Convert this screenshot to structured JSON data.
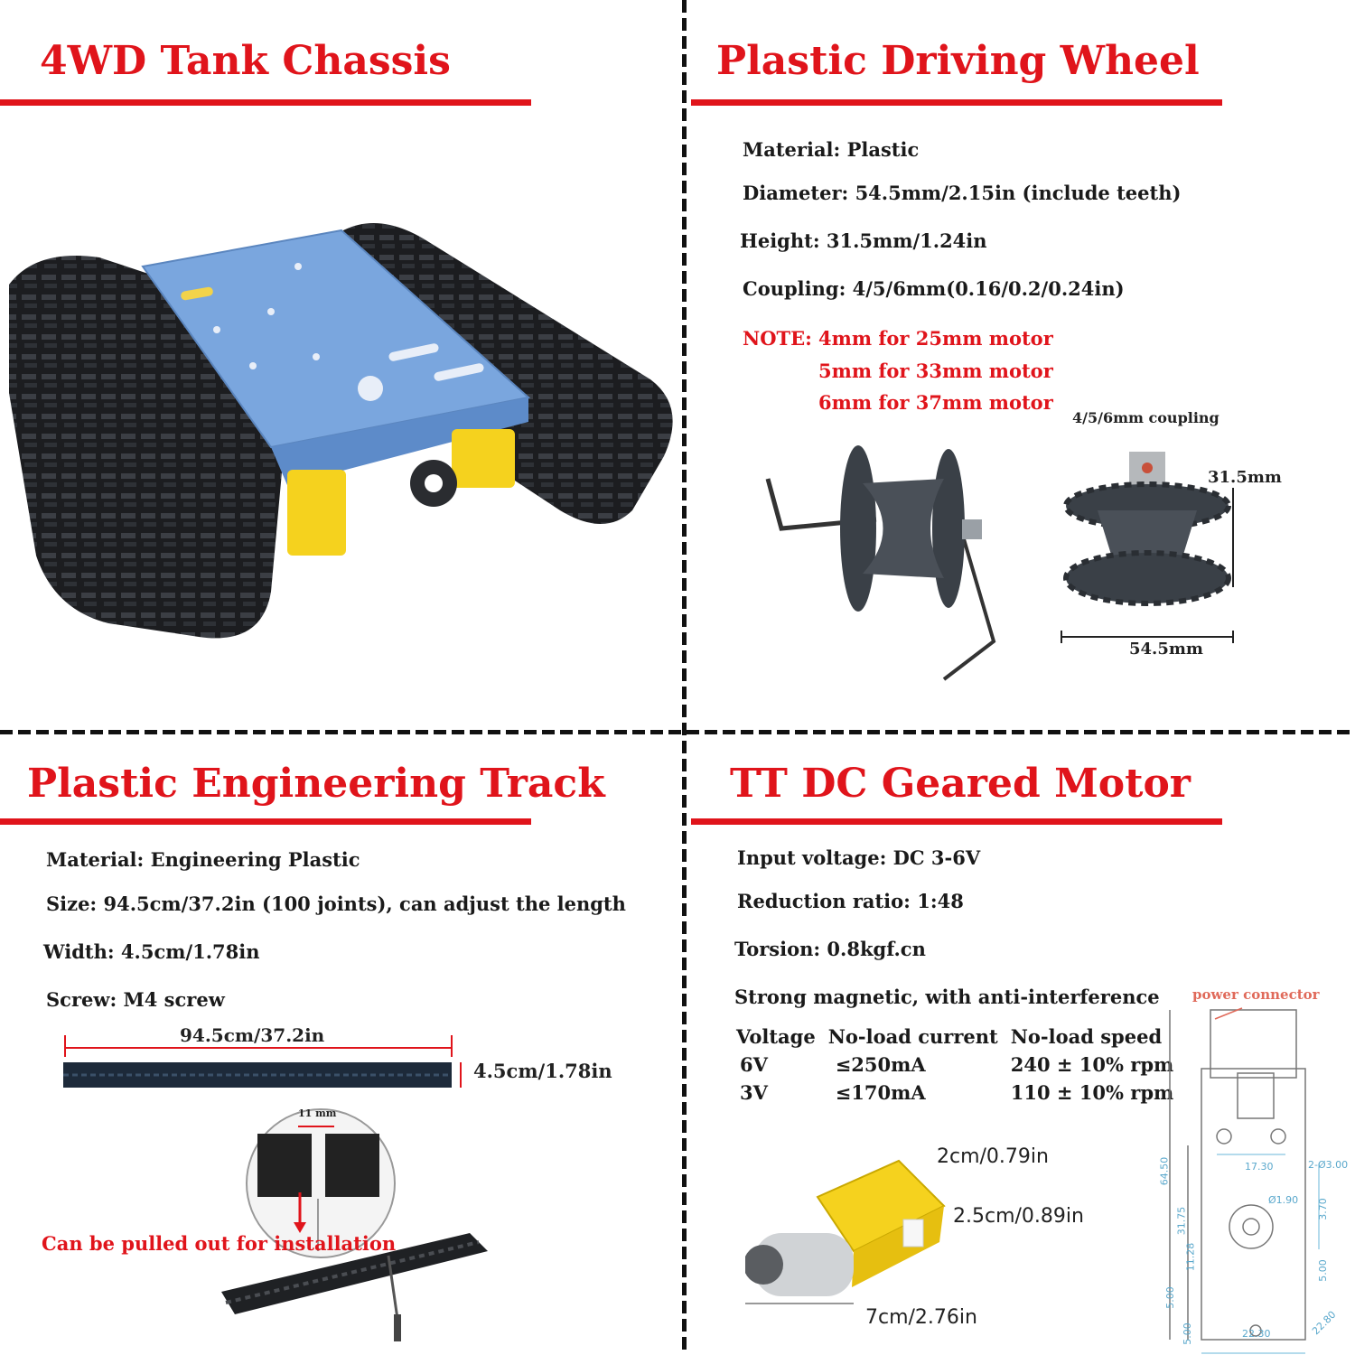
{
  "chassis": {
    "title": "4WD Tank Chassis"
  },
  "wheel": {
    "title": "Plastic Driving Wheel",
    "specs": [
      "Material: Plastic",
      "Diameter: 54.5mm/2.15in (include teeth)",
      "Height: 31.5mm/1.24in",
      "Coupling: 4/5/6mm(0.16/0.2/0.24in)"
    ],
    "note_label": "NOTE:",
    "notes": [
      "4mm for 25mm motor",
      "5mm for 33mm motor",
      "6mm for 37mm motor"
    ],
    "coupling_label": "4/5/6mm  coupling",
    "height_dim": "31.5mm",
    "diameter_dim": "54.5mm"
  },
  "track": {
    "title": "Plastic Engineering Track",
    "specs": [
      "Material: Engineering Plastic",
      "Size: 94.5cm/37.2in (100 joints), can adjust the length",
      "Width: 4.5cm/1.78in",
      "Screw: M4 screw"
    ],
    "length_dim": "94.5cm/37.2in",
    "width_dim": "4.5cm/1.78in",
    "joint_dim": "11 mm",
    "install_note": "Can be pulled out for installation"
  },
  "motor": {
    "title": "TT DC Geared Motor",
    "specs": [
      "Input voltage: DC 3-6V",
      "Reduction ratio: 1:48",
      "Torsion: 0.8kgf.cn",
      "Strong magnetic, with anti-interference"
    ],
    "table": {
      "headers": [
        "Voltage",
        "No-load current",
        "No-load speed"
      ],
      "rows": [
        [
          "6V",
          "≤250mA",
          "240 ± 10% rpm"
        ],
        [
          "3V",
          "≤170mA",
          "110 ± 10% rpm"
        ]
      ]
    },
    "dims": {
      "height": "2cm/0.79in",
      "width": "2.5cm/0.89in",
      "length": "7cm/2.76in"
    },
    "drawing": {
      "connector": "power connector",
      "labels": [
        "64.50",
        "17.30",
        "2-Ø3.00",
        "Ø1.90",
        "3.70",
        "31.75",
        "11.28",
        "5.00",
        "5.00",
        "5.00",
        "22.30",
        "22.80"
      ]
    }
  },
  "colors": {
    "accent": "#e0141b",
    "plate": "#7aa6de",
    "motor_yellow": "#f5d21e",
    "track": "#1d1f22"
  }
}
